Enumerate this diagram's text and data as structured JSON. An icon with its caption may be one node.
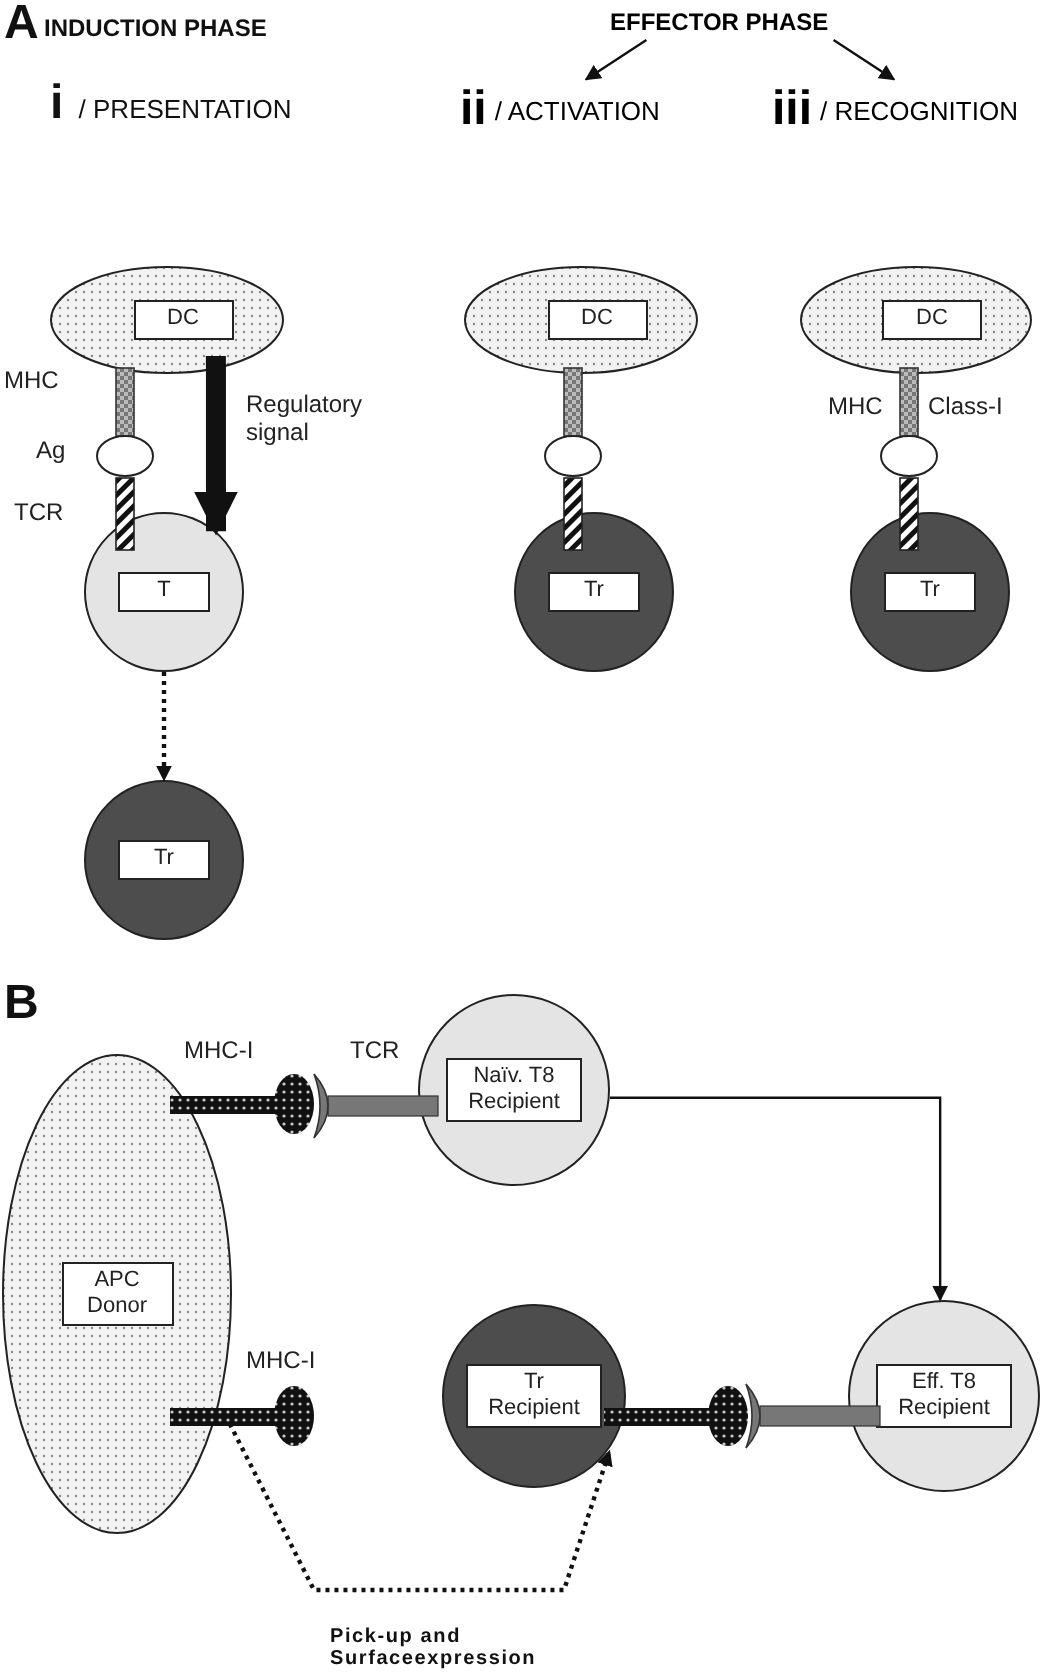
{
  "diagram": {
    "nodes": [
      {
        "text": [
          "EFFECTOR PHASE"
        ]
      },
      {
        "text": [
          "**ii** / ACTIVATION"
        ]
      },
      {
        "text": [
          "**iii** / RECOGNITION"
        ]
      },
      {
        "text": [
          "DC"
        ]
      },
      {
        "text": [
          "DC"
        ]
      },
      {
        "text": [
          "DC"
        ]
      },
      {
        "text": [
          "T"
        ]
      },
      {
        "text": [
          "Tr"
        ]
      },
      {
        "text": [
          "Tr"
        ]
      },
      {
        "text": [
          "Tr"
        ]
      },
      {
        "text": [
          "APC Donor"
        ]
      },
      {
        "text": [
          "Naïv. T8 Recipient"
        ]
      },
      {
        "text": [
          "Tr Recipient"
        ]
      },
      {
        "text": [
          "Eff. T8 Recipient"
        ]
      }
    ],
    "edges": [
      {
        "from": 0,
        "to": 1,
        "arrow": "to"
      },
      {
        "from": 0,
        "to": 2,
        "arrow": "to"
      },
      {
        "from": 3,
        "to": 6,
        "arrow": "to",
        "style": "thick",
        "label": "Regulatory signal"
      },
      {
        "from": 6,
        "to": 9,
        "arrow": "to",
        "style": "dashed"
      },
      {
        "from": 11,
        "to": 13,
        "arrow": "to"
      },
      {
        "from": 10,
        "to": 12,
        "arrow": "to",
        "style": "dashed",
        "label": "Pick-up and Surfaceexpression"
      }
    ],
    "labels": [
      "A",
      "INDUCTION PHASE",
      "**i** / PRESENTATION",
      "MHC",
      "Ag",
      "TCR",
      "MHC",
      "Class-I",
      "B",
      "MHC-I",
      "TCR",
      "MHC-I"
    ]
  }
}
